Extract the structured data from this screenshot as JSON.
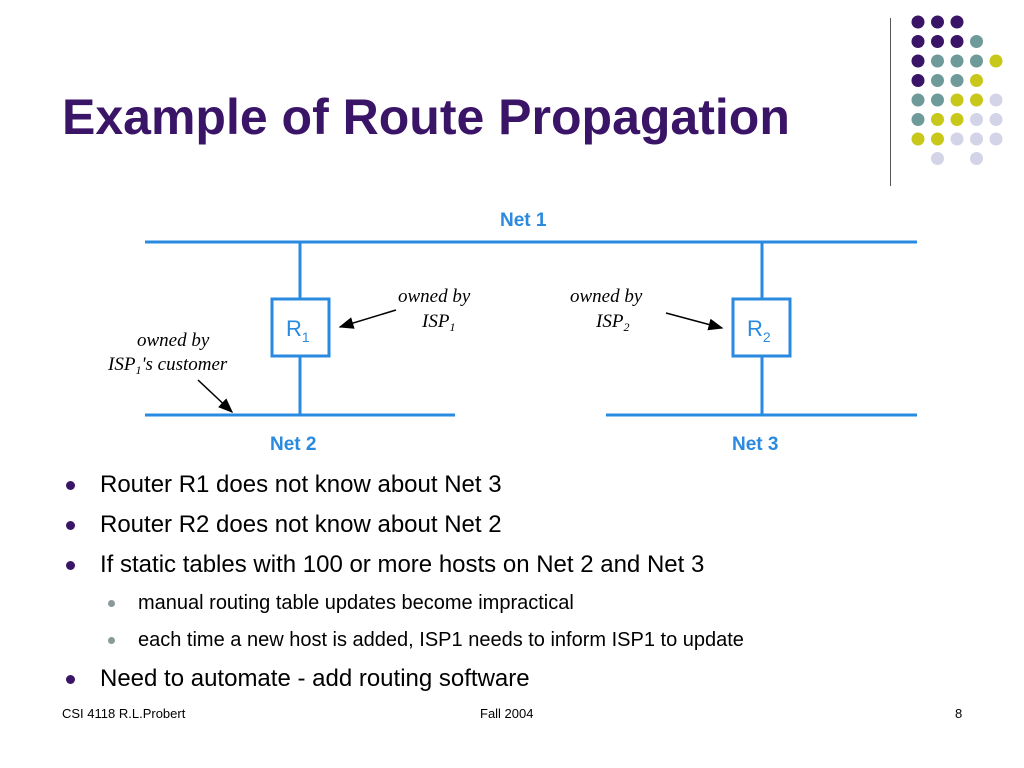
{
  "slide": {
    "title": "Example of Route Propagation"
  },
  "diagram": {
    "net1_label": "Net 1",
    "net2_label": "Net 2",
    "net3_label": "Net 3",
    "r1_label": "R",
    "r1_sub": "1",
    "r2_label": "R",
    "r2_sub": "2",
    "owned_isp1_line1": "owned by",
    "owned_isp1_line2": "ISP",
    "owned_isp1_sub": "1",
    "owned_isp2_line1": "owned by",
    "owned_isp2_line2": "ISP",
    "owned_isp2_sub": "2",
    "owned_cust_line1": "owned by",
    "owned_cust_line2a": "ISP",
    "owned_cust_sub": "1",
    "owned_cust_line2b": "'s customer",
    "line_color": "#2a8ae0"
  },
  "bullets": [
    {
      "level": 1,
      "text": "Router R1 does not know about Net 3"
    },
    {
      "level": 1,
      "text": "Router R2 does not know about Net 2"
    },
    {
      "level": 1,
      "text": "If static tables with 100 or more hosts on Net 2 and Net 3"
    },
    {
      "level": 2,
      "text": "manual routing table updates become impractical"
    },
    {
      "level": 2,
      "text": "each time a new host is added, ISP1 needs to inform ISP1 to update"
    },
    {
      "level": 1,
      "text": "Need to automate - add routing software"
    }
  ],
  "footer": {
    "left": "CSI 4118 R.L.Probert",
    "center": "Fall 2004",
    "page": "8"
  },
  "colors": {
    "title": "#3a1466",
    "dot_purple": "#3a1466",
    "dot_teal": "#6f9a9a",
    "dot_yellow": "#c8c81a",
    "dot_lavender": "#d4d4e8"
  }
}
